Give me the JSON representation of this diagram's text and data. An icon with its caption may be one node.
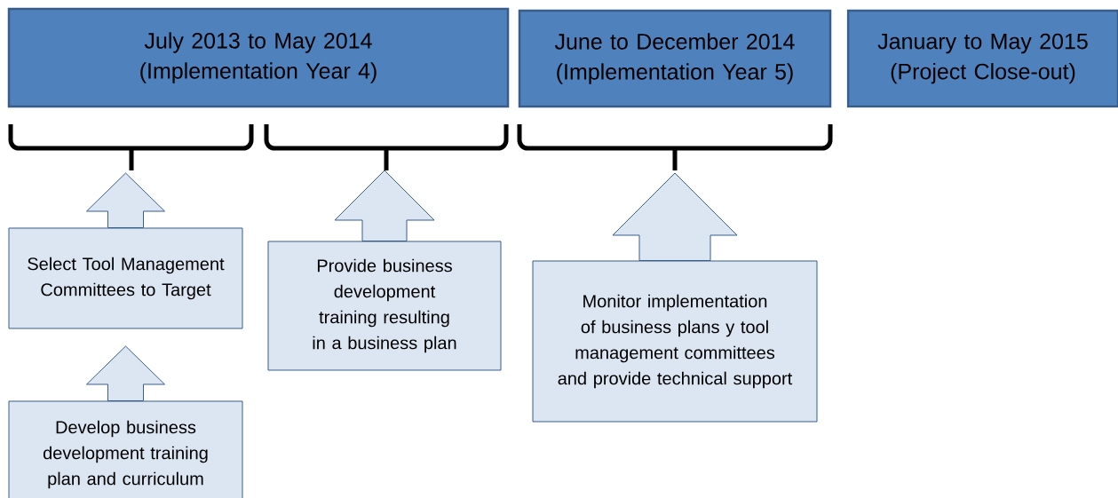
{
  "diagram": {
    "nodes": [
      {
        "text": [
          "July 2013 to May 2014",
          "(Implementation Year 4)"
        ]
      },
      {
        "text": [
          "June to December 2014",
          "(Implementation Year 5)"
        ]
      },
      {
        "text": [
          "January to May 2015",
          "(Project Close-out)"
        ]
      },
      {
        "text": [
          "Select Tool Management Committees to Target"
        ]
      },
      {
        "text": [
          "Develop business development training plan and curriculum"
        ]
      },
      {
        "text": [
          "Provide business development training resulting in a business plan"
        ]
      },
      {
        "text": [
          "Monitor implementation of business plans y tool management committees and provide technical support"
        ]
      }
    ],
    "edges": [
      {
        "from": 3,
        "to": null,
        "arrow": "to"
      },
      {
        "from": 4,
        "to": 3,
        "arrow": "to"
      },
      {
        "from": 5,
        "to": null,
        "arrow": "to"
      },
      {
        "from": 6,
        "to": null,
        "arrow": "to"
      }
    ]
  }
}
